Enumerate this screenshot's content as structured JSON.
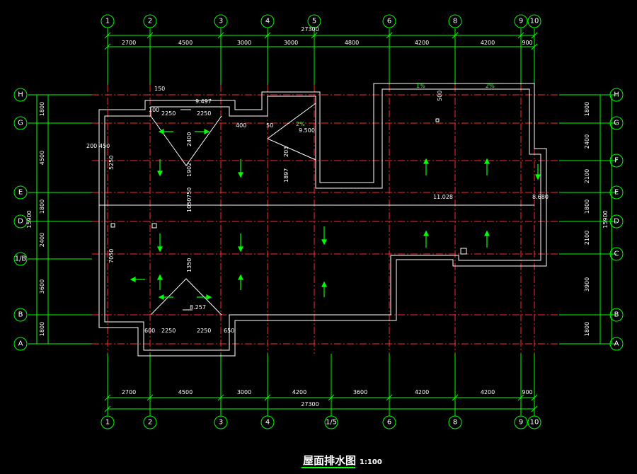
{
  "title": "屋面排水图",
  "scale": "1:100",
  "colors": {
    "grid": "#ff2a2a",
    "dim": "#00ff00",
    "wall": "#ffffff",
    "arrow": "#00ff00",
    "text": "#ffffff",
    "bg": "#000000"
  },
  "top_axes": [
    "1",
    "2",
    "3",
    "4",
    "5",
    "6",
    "8",
    "9",
    "10"
  ],
  "bottom_axes": [
    "1",
    "2",
    "3",
    "4",
    "1/5",
    "6",
    "8",
    "9",
    "10"
  ],
  "left_axes": [
    "H",
    "G",
    "E",
    "D",
    "1/B",
    "B",
    "A"
  ],
  "right_axes": [
    "H",
    "G",
    "F",
    "E",
    "D",
    "C",
    "B",
    "A"
  ],
  "top_dims": [
    "2700",
    "4500",
    "3000",
    "3000",
    "4800",
    "4200",
    "4200",
    "900"
  ],
  "top_total": "27300",
  "bottom_dims": [
    "2700",
    "4500",
    "3000",
    "4200",
    "3600",
    "4200",
    "4200",
    "900"
  ],
  "bottom_total": "27300",
  "left_dims": [
    "1800",
    "4500",
    "1800",
    "2400",
    "3600",
    "1800"
  ],
  "left_total": "15900",
  "right_dims": [
    "1800",
    "2400",
    "2100",
    "1800",
    "2100",
    "3900",
    "1800"
  ],
  "right_total": "15900",
  "elevations": [
    "9.497",
    "9.500",
    "8.257",
    "11.028",
    "8.680"
  ],
  "slopes": [
    "1%",
    "2%",
    "2%"
  ],
  "dim_labels": [
    "2250",
    "2250",
    "2250",
    "2250",
    "150",
    "100",
    "200",
    "450",
    "400",
    "500",
    "5250",
    "7050",
    "2400",
    "1902",
    "1050",
    "750",
    "1350",
    "1897",
    "203",
    "600",
    "650",
    "50"
  ]
}
